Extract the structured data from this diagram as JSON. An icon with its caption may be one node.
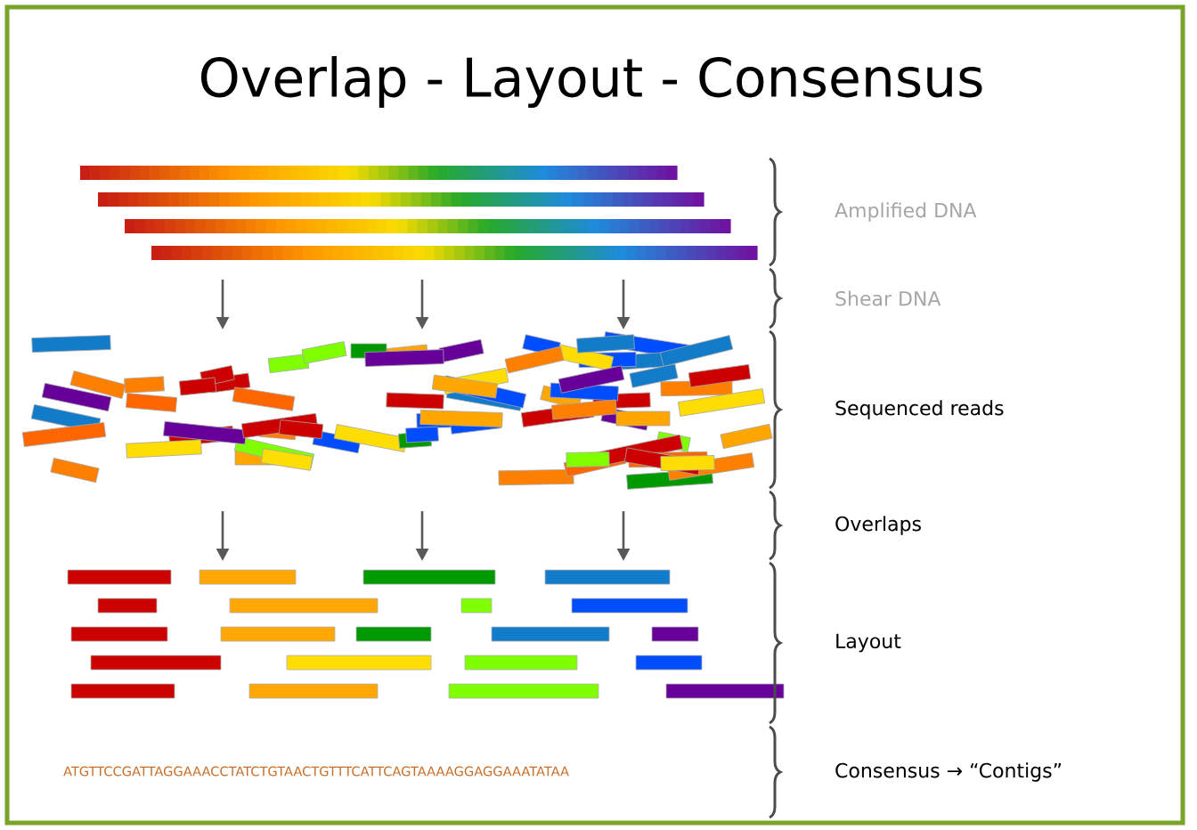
{
  "diagram": {
    "title": "Overlap - Layout - Consensus",
    "labels": [
      "Amplified DNA",
      "Shear DNA",
      "Sequenced reads",
      "Overlaps",
      "Layout",
      "Consensus → “Contigs”",
      "ATGTTCCGATTAGGAAACCTATCTGTAACTGTTTCATTCAGTAAAAGGAGGAAATATAA"
    ]
  }
}
